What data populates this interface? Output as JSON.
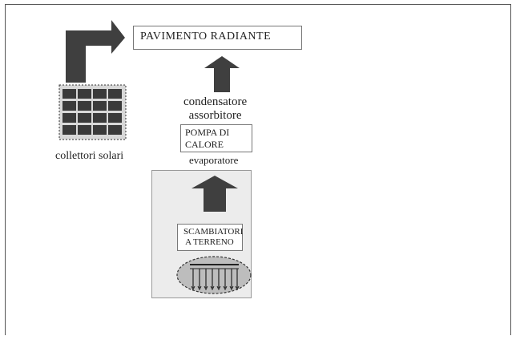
{
  "diagram": {
    "top_box": "PAVIMENTO RADIANTE",
    "condenser_label": "condensatore\nassorbitore",
    "heat_pump_box": "POMPA DI\nCALORE",
    "evaporator_label": "evaporatore",
    "exchanger_box": "SCAMBIATORI\n A TERRENO",
    "solar_label": "collettori solari"
  },
  "colors": {
    "arrow": "#3f3f3f",
    "panel": "#3a3a3a",
    "ground_fill": "#ececec"
  }
}
